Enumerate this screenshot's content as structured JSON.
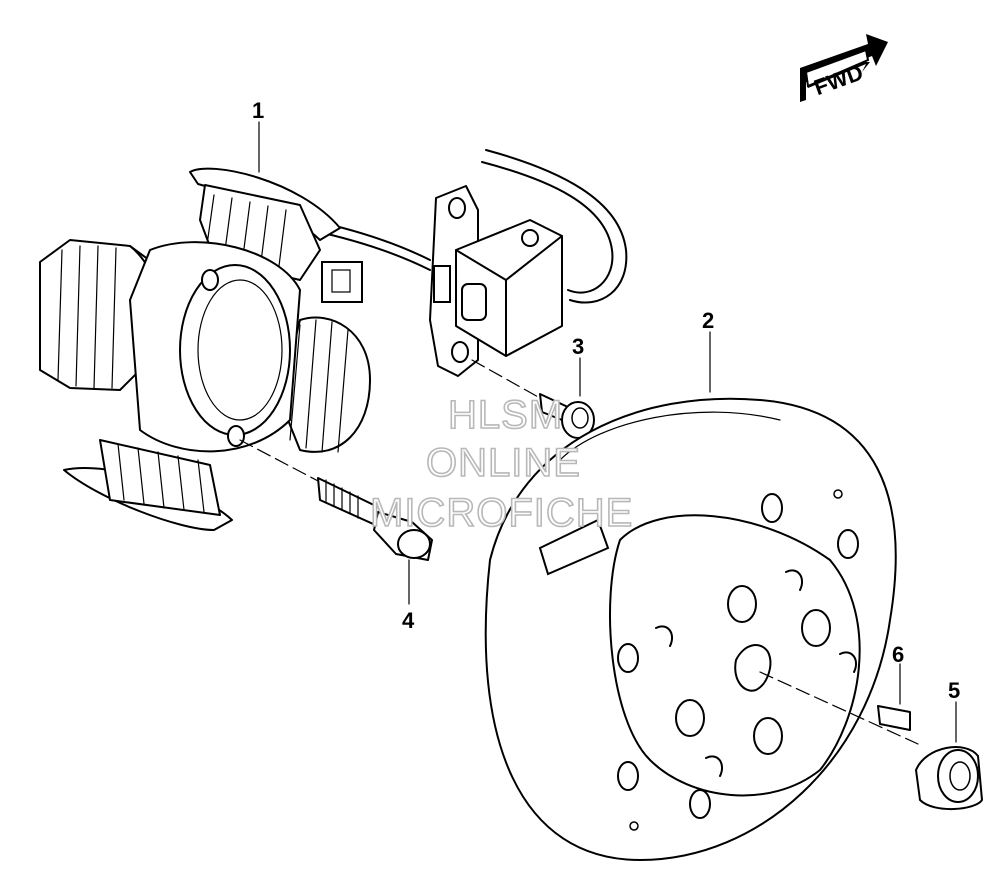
{
  "direction_badge": {
    "label": "FWD"
  },
  "callouts": [
    {
      "id": "1",
      "label": "1"
    },
    {
      "id": "2",
      "label": "2"
    },
    {
      "id": "3",
      "label": "3"
    },
    {
      "id": "4",
      "label": "4"
    },
    {
      "id": "5",
      "label": "5"
    },
    {
      "id": "6",
      "label": "6"
    }
  ],
  "watermark": {
    "line1": "HLSM",
    "line2": "ONLINE",
    "line3": "MICROFICHE"
  }
}
